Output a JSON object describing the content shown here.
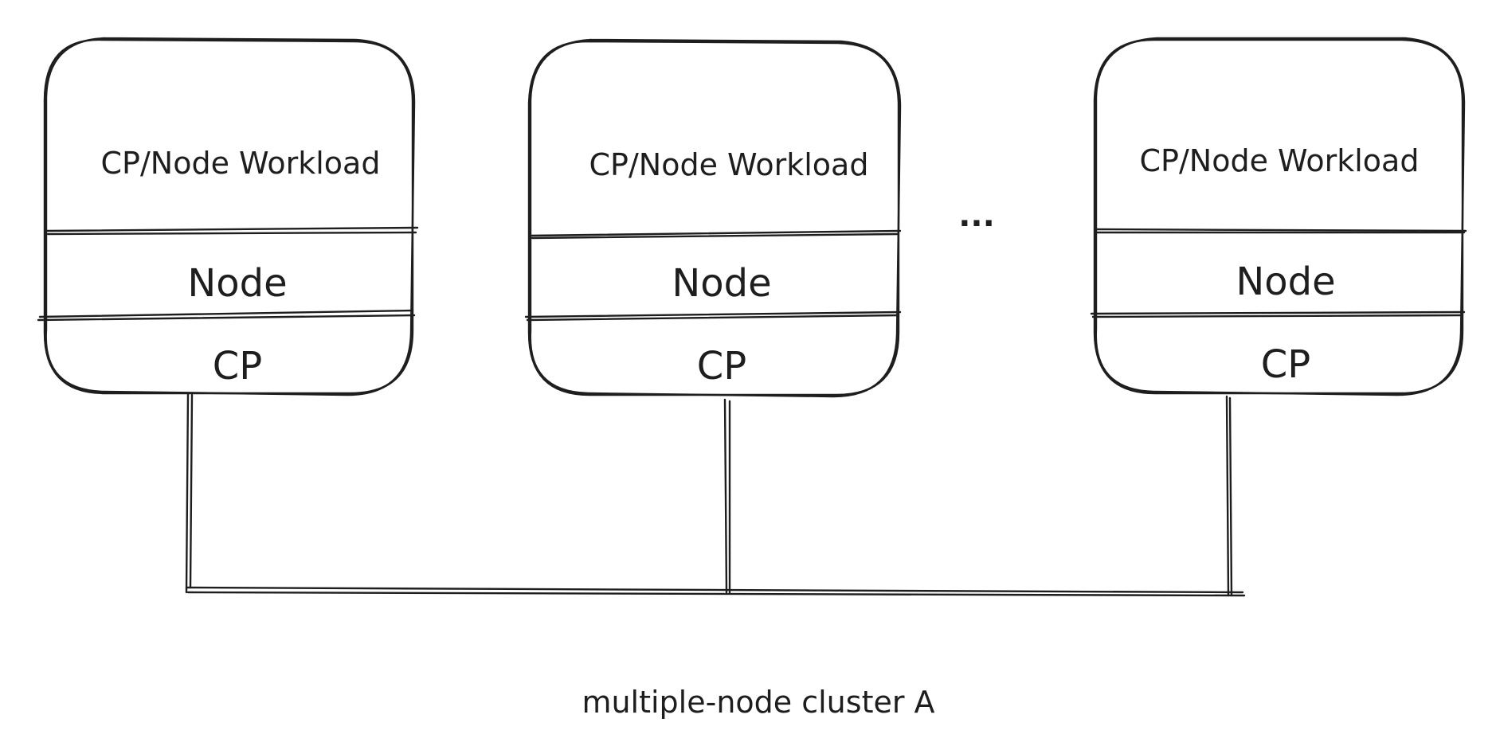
{
  "diagram": {
    "nodes": [
      {
        "workload": "CP/Node Workload",
        "node": "Node",
        "cp": "CP"
      },
      {
        "workload": "CP/Node Workload",
        "node": "Node",
        "cp": "CP"
      },
      {
        "workload": "CP/Node Workload",
        "node": "Node",
        "cp": "CP"
      }
    ],
    "ellipsis": "...",
    "caption": "multiple-node cluster A"
  }
}
